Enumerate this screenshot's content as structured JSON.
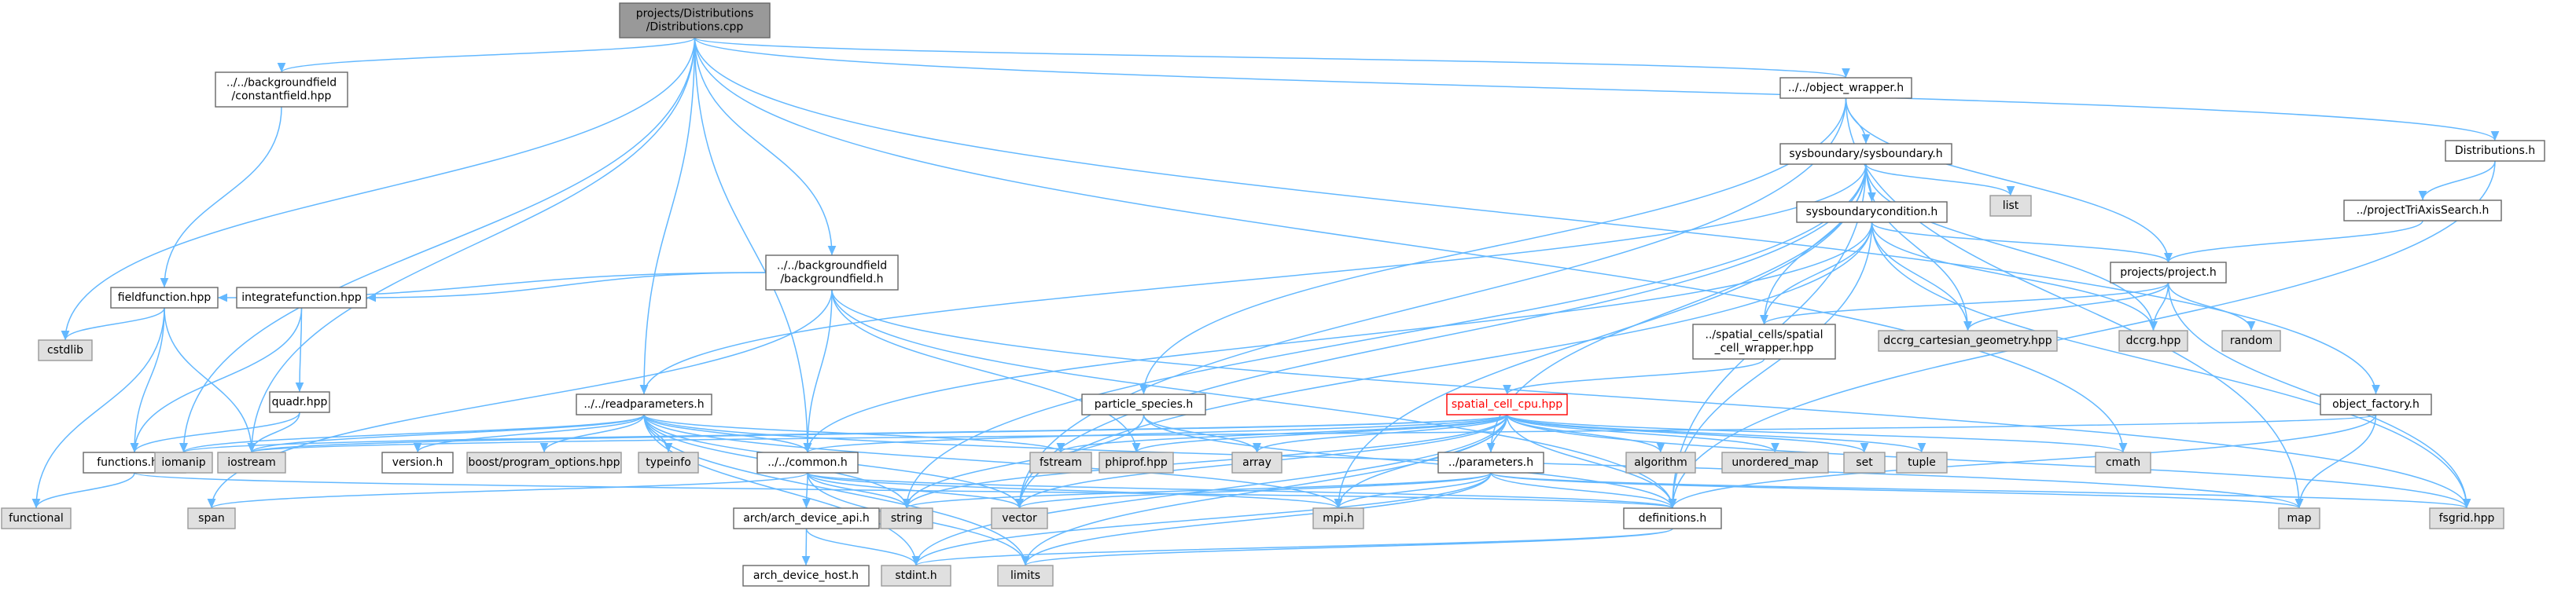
{
  "diagram": {
    "colors": {
      "edge": "#63b8ff",
      "node_border": "#666666",
      "external_fill": "#e0e0e0",
      "root_fill": "#999999",
      "highlight": "#ff0000"
    },
    "nodes": {
      "root": [
        "projects/Distributions",
        "/Distributions.cpp"
      ],
      "constantfield": [
        "../../backgroundfield",
        "/constantfield.hpp"
      ],
      "object_wrapper": [
        "../../object_wrapper.h"
      ],
      "distributions_h": [
        "Distributions.h"
      ],
      "sysboundary": [
        "sysboundary/sysboundary.h"
      ],
      "list": [
        "list"
      ],
      "projecttriaxis": [
        "../projectTriAxisSearch.h"
      ],
      "sysboundarycondition": [
        "sysboundarycondition.h"
      ],
      "backgroundfield": [
        "../../backgroundfield",
        "/backgroundfield.h"
      ],
      "project": [
        "projects/project.h"
      ],
      "fieldfunction": [
        "fieldfunction.hpp"
      ],
      "integratefunction": [
        "integratefunction.hpp"
      ],
      "spatial_wrapper": [
        "../spatial_cells/spatial",
        "_cell_wrapper.hpp"
      ],
      "dccrg_geom": [
        "dccrg_cartesian_geometry.hpp"
      ],
      "dccrg": [
        "dccrg.hpp"
      ],
      "random": [
        "random"
      ],
      "cstdlib": [
        "cstdlib"
      ],
      "quadr": [
        "quadr.hpp"
      ],
      "readparameters": [
        "../../readparameters.h"
      ],
      "particle_species": [
        "particle_species.h"
      ],
      "spatial_cell_cpu": [
        "spatial_cell_cpu.hpp"
      ],
      "object_factory": [
        "object_factory.h"
      ],
      "functions": [
        "functions.hpp"
      ],
      "iomanip": [
        "iomanip"
      ],
      "iostream": [
        "iostream"
      ],
      "version": [
        "version.h"
      ],
      "boost_po": [
        "boost/program_options.hpp"
      ],
      "typeinfo": [
        "typeinfo"
      ],
      "common": [
        "../../common.h"
      ],
      "fstream": [
        "fstream"
      ],
      "phiprof": [
        "phiprof.hpp"
      ],
      "array": [
        "array"
      ],
      "parameters": [
        "../parameters.h"
      ],
      "algorithm": [
        "algorithm"
      ],
      "unordered_map": [
        "unordered_map"
      ],
      "set": [
        "set"
      ],
      "tuple": [
        "tuple"
      ],
      "cmath": [
        "cmath"
      ],
      "functional": [
        "functional"
      ],
      "span": [
        "span"
      ],
      "string": [
        "string"
      ],
      "vector": [
        "vector"
      ],
      "arch_api": [
        "arch/arch_device_api.h"
      ],
      "mpi": [
        "mpi.h"
      ],
      "definitions": [
        "definitions.h"
      ],
      "map": [
        "map"
      ],
      "fsgrid": [
        "fsgrid.hpp"
      ],
      "stdint": [
        "stdint.h"
      ],
      "limits": [
        "limits"
      ],
      "arch_host": [
        "arch_device_host.h"
      ]
    },
    "edges": [
      [
        "root",
        "constantfield"
      ],
      [
        "root",
        "object_wrapper"
      ],
      [
        "root",
        "distributions_h"
      ],
      [
        "root",
        "backgroundfield"
      ],
      [
        "root",
        "readparameters"
      ],
      [
        "root",
        "common"
      ],
      [
        "root",
        "cstdlib"
      ],
      [
        "root",
        "iomanip"
      ],
      [
        "root",
        "iostream"
      ],
      [
        "root",
        "cmath"
      ],
      [
        "root",
        "object_factory"
      ],
      [
        "constantfield",
        "fieldfunction"
      ],
      [
        "object_wrapper",
        "sysboundary"
      ],
      [
        "object_wrapper",
        "particle_species"
      ],
      [
        "object_wrapper",
        "project"
      ],
      [
        "object_wrapper",
        "vector"
      ],
      [
        "object_wrapper",
        "map"
      ],
      [
        "distributions_h",
        "projecttriaxis"
      ],
      [
        "distributions_h",
        "definitions"
      ],
      [
        "projecttriaxis",
        "project"
      ],
      [
        "sysboundary",
        "list"
      ],
      [
        "sysboundary",
        "sysboundarycondition"
      ],
      [
        "sysboundary",
        "spatial_wrapper"
      ],
      [
        "sysboundary",
        "dccrg_geom"
      ],
      [
        "sysboundary",
        "dccrg"
      ],
      [
        "sysboundary",
        "readparameters"
      ],
      [
        "sysboundary",
        "parameters"
      ],
      [
        "sysboundary",
        "definitions"
      ],
      [
        "sysboundary",
        "mpi"
      ],
      [
        "sysboundary",
        "vector"
      ],
      [
        "sysboundary",
        "string"
      ],
      [
        "sysboundarycondition",
        "project"
      ],
      [
        "sysboundarycondition",
        "spatial_wrapper"
      ],
      [
        "sysboundarycondition",
        "dccrg_geom"
      ],
      [
        "sysboundarycondition",
        "dccrg"
      ],
      [
        "sysboundarycondition",
        "common"
      ],
      [
        "sysboundarycondition",
        "definitions"
      ],
      [
        "sysboundarycondition",
        "fsgrid"
      ],
      [
        "sysboundarycondition",
        "vector"
      ],
      [
        "backgroundfield",
        "fieldfunction"
      ],
      [
        "backgroundfield",
        "integratefunction"
      ],
      [
        "backgroundfield",
        "common"
      ],
      [
        "backgroundfield",
        "phiprof"
      ],
      [
        "backgroundfield",
        "fsgrid"
      ],
      [
        "backgroundfield",
        "span"
      ],
      [
        "backgroundfield",
        "definitions"
      ],
      [
        "project",
        "spatial_wrapper"
      ],
      [
        "project",
        "dccrg_geom"
      ],
      [
        "project",
        "dccrg"
      ],
      [
        "project",
        "random"
      ],
      [
        "project",
        "fsgrid"
      ],
      [
        "fieldfunction",
        "cstdlib"
      ],
      [
        "fieldfunction",
        "iostream"
      ],
      [
        "fieldfunction",
        "functions"
      ],
      [
        "fieldfunction",
        "functional"
      ],
      [
        "integratefunction",
        "quadr"
      ],
      [
        "integratefunction",
        "functions"
      ],
      [
        "spatial_wrapper",
        "spatial_cell_cpu"
      ],
      [
        "quadr",
        "iostream"
      ],
      [
        "quadr",
        "functions"
      ],
      [
        "readparameters",
        "iomanip"
      ],
      [
        "readparameters",
        "iostream"
      ],
      [
        "readparameters",
        "version"
      ],
      [
        "readparameters",
        "boost_po"
      ],
      [
        "readparameters",
        "typeinfo"
      ],
      [
        "readparameters",
        "common"
      ],
      [
        "readparameters",
        "fstream"
      ],
      [
        "readparameters",
        "mpi"
      ],
      [
        "readparameters",
        "limits"
      ],
      [
        "readparameters",
        "stdint"
      ],
      [
        "readparameters",
        "string"
      ],
      [
        "readparameters",
        "vector"
      ],
      [
        "readparameters",
        "map"
      ],
      [
        "particle_species",
        "array"
      ],
      [
        "particle_species",
        "definitions"
      ],
      [
        "particle_species",
        "string"
      ],
      [
        "spatial_cell_cpu",
        "common"
      ],
      [
        "spatial_cell_cpu",
        "parameters"
      ],
      [
        "spatial_cell_cpu",
        "definitions"
      ],
      [
        "spatial_cell_cpu",
        "array"
      ],
      [
        "spatial_cell_cpu",
        "algorithm"
      ],
      [
        "spatial_cell_cpu",
        "unordered_map"
      ],
      [
        "spatial_cell_cpu",
        "set"
      ],
      [
        "spatial_cell_cpu",
        "tuple"
      ],
      [
        "spatial_cell_cpu",
        "cmath"
      ],
      [
        "spatial_cell_cpu",
        "phiprof"
      ],
      [
        "spatial_cell_cpu",
        "fstream"
      ],
      [
        "spatial_cell_cpu",
        "iostream"
      ],
      [
        "spatial_cell_cpu",
        "iomanip"
      ],
      [
        "spatial_cell_cpu",
        "mpi"
      ],
      [
        "spatial_cell_cpu",
        "vector"
      ],
      [
        "spatial_cell_cpu",
        "stdint"
      ],
      [
        "spatial_cell_cpu",
        "limits"
      ],
      [
        "spatial_cell_cpu",
        "fsgrid"
      ],
      [
        "spatial_cell_cpu",
        "string"
      ],
      [
        "object_factory",
        "definitions"
      ],
      [
        "object_factory",
        "map"
      ],
      [
        "object_factory",
        "iostream"
      ],
      [
        "functions",
        "functional"
      ],
      [
        "functions",
        "definitions"
      ],
      [
        "common",
        "span"
      ],
      [
        "common",
        "string"
      ],
      [
        "common",
        "vector"
      ],
      [
        "common",
        "arch_api"
      ],
      [
        "common",
        "definitions"
      ],
      [
        "common",
        "mpi"
      ],
      [
        "common",
        "limits"
      ],
      [
        "arch_api",
        "arch_host"
      ],
      [
        "arch_api",
        "stdint"
      ],
      [
        "parameters",
        "definitions"
      ],
      [
        "parameters",
        "vector"
      ],
      [
        "parameters",
        "string"
      ],
      [
        "parameters",
        "limits"
      ],
      [
        "parameters",
        "mpi"
      ],
      [
        "parameters",
        "map"
      ],
      [
        "parameters",
        "stdint"
      ],
      [
        "parameters",
        "fsgrid"
      ],
      [
        "definitions",
        "stdint"
      ],
      [
        "definitions",
        "limits"
      ]
    ]
  }
}
